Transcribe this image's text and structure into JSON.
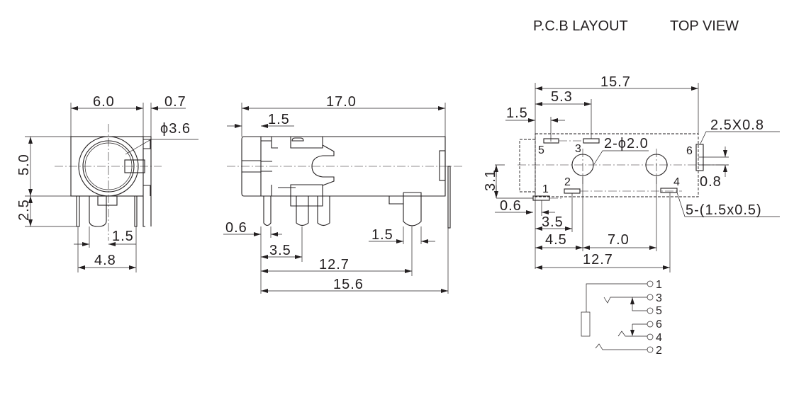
{
  "header": {
    "pcb_layout": "P.C.B LAYOUT",
    "top_view": "TOP VIEW"
  },
  "front_view": {
    "width": "6.0",
    "flange": "0.7",
    "bore": "ϕ3.6",
    "height": "5.0",
    "pin_length": "2.5",
    "pin_offset": "1.5",
    "pin_span": "4.8"
  },
  "side_view": {
    "length": "17.0",
    "front_offset": "1.5",
    "pin_width": "0.6",
    "pin_pitch": "3.5",
    "pin_span": "12.7",
    "overall": "15.6",
    "rear_offset": "1.5"
  },
  "pcb_layout": {
    "width": "15.7",
    "pad_offset": "5.3",
    "edge_offset": "1.5",
    "holes": "2-ϕ2.0",
    "pad6_size": "2.5X0.8",
    "pad6_offset": "0.8",
    "row_spacing": "3.1",
    "pad_width": "0.6",
    "pad_pitch": "3.5",
    "hole_offset": "4.5",
    "hole_pitch": "7.0",
    "pad_span": "12.7",
    "pads_spec": "5-(1.5x0.5)",
    "pad_labels": [
      "1",
      "2",
      "3",
      "4",
      "5",
      "6"
    ]
  },
  "schematic": {
    "terminals": [
      "1",
      "3",
      "5",
      "6",
      "4",
      "2"
    ]
  }
}
